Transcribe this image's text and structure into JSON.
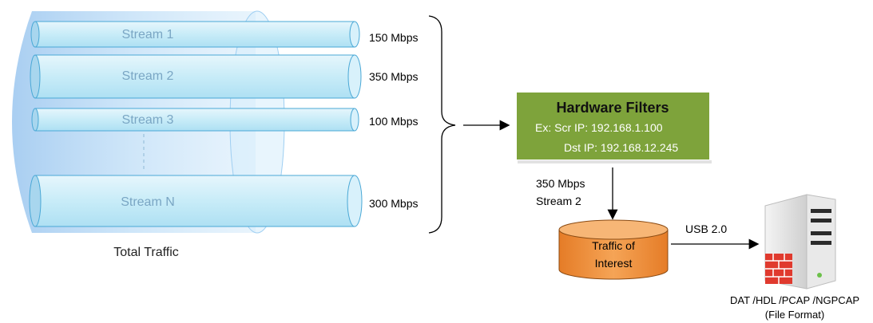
{
  "streams": [
    {
      "label": "Stream 1",
      "rate": "150 Mbps"
    },
    {
      "label": "Stream 2",
      "rate": "350 Mbps"
    },
    {
      "label": "Stream 3",
      "rate": "100 Mbps"
    },
    {
      "label": "Stream N",
      "rate": "300 Mbps"
    }
  ],
  "total_traffic_label": "Total Traffic",
  "filter": {
    "title": "Hardware Filters",
    "line1": "Ex:  Scr IP: 192.168.1.100",
    "line2": "Dst IP: 192.168.12.245",
    "color": "#7ea33b"
  },
  "selected": {
    "line1": "350 Mbps",
    "line2": "Stream 2"
  },
  "traffic_of_interest": {
    "line1": "Traffic  of",
    "line2": "Interest",
    "color": "#f0903e"
  },
  "usb_label": "USB 2.0",
  "file_format": {
    "line1": "DAT /HDL /PCAP /NGPCAP",
    "line2": "(File Format)"
  },
  "colors": {
    "pipe": "#bfe6f5",
    "pipe_stroke": "#4aa8d6",
    "outer_pipe": "#9fcff2"
  }
}
